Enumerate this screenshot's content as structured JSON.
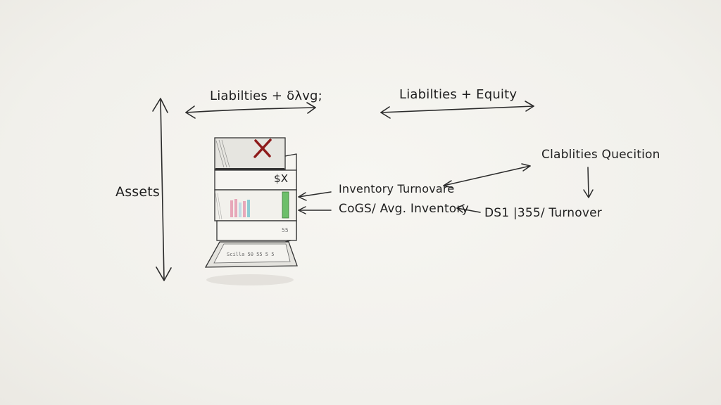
{
  "labels": {
    "top_left": "Liabilties + δλvg;",
    "top_right": "Liabilties + Equity",
    "assets": "Assets",
    "clabilities": "Clablities Quecition",
    "inventory_turnover": "Inventory Turnovare",
    "cogs": "CoGS/ Avg. Inventory",
    "dsi": "DS1 |355/ Turnover",
    "cabinet_value": "$X",
    "cabinet_small_mark": "55",
    "cabinet_base_text": "Scilla 50 55 5 5"
  },
  "colors": {
    "ink": "#2b2b2b",
    "cross": "#8e1b1b",
    "green_bar": "#6dbf6a",
    "pink_bars": "#e59ab0",
    "teal_bars": "#7cc4cf"
  },
  "icons": {
    "cabinet": "filing-cabinet-icon",
    "cross": "red-x-icon",
    "mini_chart": "bar-chart-icon"
  }
}
